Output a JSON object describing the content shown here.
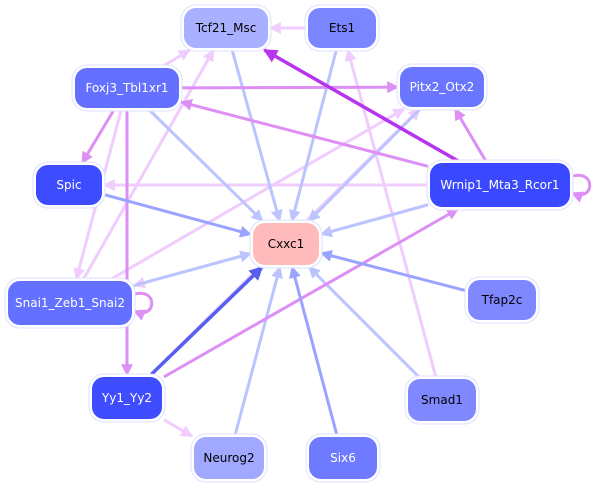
{
  "graph": {
    "type": "gene-regulatory-network",
    "colors": {
      "center_node": "#ffbbbb",
      "edge_blue_light": "#bcc4ff",
      "edge_blue_mid": "#9aa4ff",
      "edge_blue_dark": "#5560ee",
      "edge_purple_light": "#f0ccff",
      "edge_purple_mid": "#dd8ff5",
      "edge_purple_dark": "#b733ee"
    },
    "nodes": [
      {
        "id": "Tcf21_Msc",
        "label": "Tcf21_Msc",
        "fill": "#a8b0ff",
        "text_color": "#000000"
      },
      {
        "id": "Ets1",
        "label": "Ets1",
        "fill": "#7a86ff",
        "text_color": "#000000"
      },
      {
        "id": "Foxj3_Tbl1xr1",
        "label": "Foxj3_Tbl1xr1",
        "fill": "#6470ff",
        "text_color": "#ffffff"
      },
      {
        "id": "Pitx2_Otx2",
        "label": "Pitx2_Otx2",
        "fill": "#6a76ff",
        "text_color": "#ffffff"
      },
      {
        "id": "Spic",
        "label": "Spic",
        "fill": "#3d4cff",
        "text_color": "#ffffff"
      },
      {
        "id": "Wrnip1_Mta3_Rcor1",
        "label": "Wrnip1_Mta3_Rcor1",
        "fill": "#3a48ff",
        "text_color": "#ffffff"
      },
      {
        "id": "Cxxc1",
        "label": "Cxxc1",
        "fill": "#ffbbbb",
        "text_color": "#000000"
      },
      {
        "id": "Snai1_Zeb1_Snai2",
        "label": "Snai1_Zeb1_Snai2",
        "fill": "#6470ff",
        "text_color": "#ffffff"
      },
      {
        "id": "Tfap2c",
        "label": "Tfap2c",
        "fill": "#8088ff",
        "text_color": "#000000"
      },
      {
        "id": "Yy1_Yy2",
        "label": "Yy1_Yy2",
        "fill": "#3f4dff",
        "text_color": "#ffffff"
      },
      {
        "id": "Smad1",
        "label": "Smad1",
        "fill": "#8088ff",
        "text_color": "#000000"
      },
      {
        "id": "Neurog2",
        "label": "Neurog2",
        "fill": "#a0a8ff",
        "text_color": "#000000"
      },
      {
        "id": "Six6",
        "label": "Six6",
        "fill": "#6e7aff",
        "text_color": "#ffffff"
      }
    ],
    "edges": [
      {
        "source": "Ets1",
        "target": "Tcf21_Msc",
        "color": "purple_light"
      },
      {
        "source": "Ets1",
        "target": "Cxxc1",
        "color": "blue_light"
      },
      {
        "source": "Tcf21_Msc",
        "target": "Cxxc1",
        "color": "blue_light"
      },
      {
        "source": "Foxj3_Tbl1xr1",
        "target": "Tcf21_Msc",
        "color": "purple_light"
      },
      {
        "source": "Foxj3_Tbl1xr1",
        "target": "Pitx2_Otx2",
        "color": "purple_mid"
      },
      {
        "source": "Foxj3_Tbl1xr1",
        "target": "Spic",
        "color": "purple_mid"
      },
      {
        "source": "Foxj3_Tbl1xr1",
        "target": "Cxxc1",
        "color": "blue_light"
      },
      {
        "source": "Foxj3_Tbl1xr1",
        "target": "Snai1_Zeb1_Snai2",
        "color": "purple_light"
      },
      {
        "source": "Foxj3_Tbl1xr1",
        "target": "Yy1_Yy2",
        "color": "purple_mid"
      },
      {
        "source": "Wrnip1_Mta3_Rcor1",
        "target": "Tcf21_Msc",
        "color": "purple_dark"
      },
      {
        "source": "Wrnip1_Mta3_Rcor1",
        "target": "Foxj3_Tbl1xr1",
        "color": "purple_mid"
      },
      {
        "source": "Wrnip1_Mta3_Rcor1",
        "target": "Pitx2_Otx2",
        "color": "purple_mid"
      },
      {
        "source": "Wrnip1_Mta3_Rcor1",
        "target": "Spic",
        "color": "purple_light"
      },
      {
        "source": "Wrnip1_Mta3_Rcor1",
        "target": "Cxxc1",
        "color": "blue_light"
      },
      {
        "source": "Wrnip1_Mta3_Rcor1",
        "target": "Snai1_Zeb1_Snai2",
        "color": "purple_light"
      },
      {
        "source": "Wrnip1_Mta3_Rcor1",
        "target": "Wrnip1_Mta3_Rcor1",
        "color": "purple_mid"
      },
      {
        "source": "Pitx2_Otx2",
        "target": "Cxxc1",
        "color": "blue_light"
      },
      {
        "source": "Spic",
        "target": "Cxxc1",
        "color": "blue_mid"
      },
      {
        "source": "Snai1_Zeb1_Snai2",
        "target": "Tcf21_Msc",
        "color": "purple_light"
      },
      {
        "source": "Snai1_Zeb1_Snai2",
        "target": "Pitx2_Otx2",
        "color": "purple_light"
      },
      {
        "source": "Snai1_Zeb1_Snai2",
        "target": "Cxxc1",
        "color": "blue_light"
      },
      {
        "source": "Snai1_Zeb1_Snai2",
        "target": "Snai1_Zeb1_Snai2",
        "color": "purple_mid"
      },
      {
        "source": "Yy1_Yy2",
        "target": "Cxxc1",
        "color": "blue_dark"
      },
      {
        "source": "Yy1_Yy2",
        "target": "Wrnip1_Mta3_Rcor1",
        "color": "purple_mid"
      },
      {
        "source": "Yy1_Yy2",
        "target": "Neurog2",
        "color": "purple_light"
      },
      {
        "source": "Yy1_Yy2",
        "target": "Pitx2_Otx2",
        "color": "purple_light"
      },
      {
        "source": "Tfap2c",
        "target": "Cxxc1",
        "color": "blue_mid"
      },
      {
        "source": "Smad1",
        "target": "Cxxc1",
        "color": "blue_light"
      },
      {
        "source": "Smad1",
        "target": "Ets1",
        "color": "purple_light"
      },
      {
        "source": "Neurog2",
        "target": "Cxxc1",
        "color": "blue_light"
      },
      {
        "source": "Six6",
        "target": "Cxxc1",
        "color": "blue_mid"
      }
    ]
  }
}
